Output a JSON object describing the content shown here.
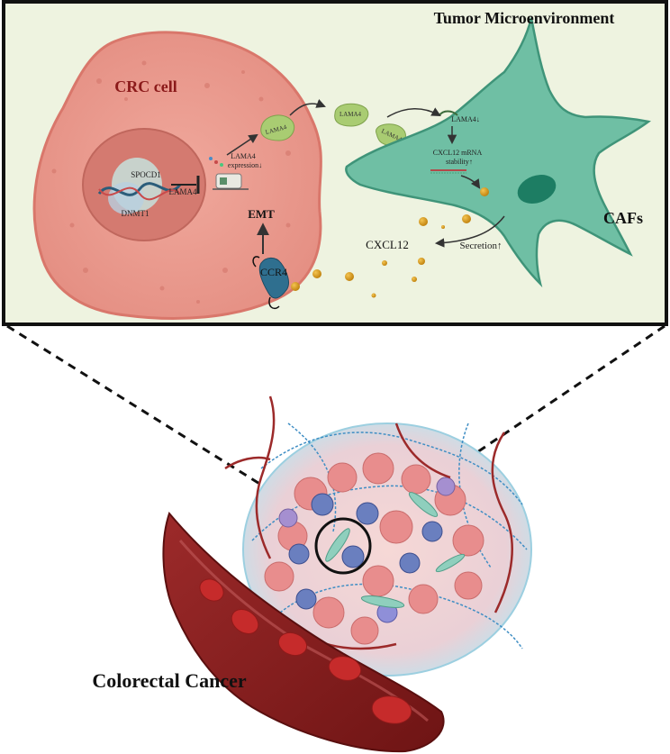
{
  "panel": {
    "title": "Tumor Microenvironment",
    "cell_label": "CRC cell",
    "caf_label": "CAFs",
    "emt_label": "EMT",
    "ccr4_label": "CCR4",
    "cxcl12_label": "CXCL12",
    "secretion_label": "Secretion↑",
    "spocd1_label": "SPOCD1",
    "dnmt1_label": "DNMT1",
    "lama4_gene_label": "LAMA4",
    "lama4_expression_label": "LAMA4",
    "lama4_expression_sub": "expression↓",
    "lama4_protein_1": "LAMA4",
    "lama4_protein_2": "LAMA4",
    "lama4_protein_3": "LAMA4",
    "lama4_caf_receptor": "LAMA4↓",
    "cxcl12_mrna_line1": "CXCL12 mRNA",
    "cxcl12_mrna_line2": "stability↑"
  },
  "bottom": {
    "title": "Colorectal Cancer"
  },
  "colors": {
    "panel_bg": "#eef3e0",
    "cell_fill": "#e8988c",
    "cell_edge": "#d9776b",
    "nucleus_fill": "#d47a70",
    "caf_fill": "#6fbfa4",
    "caf_nucleus": "#1d7d63",
    "ligand": "#d9a12a",
    "lama4": "#a9cc72",
    "vessel": "#8c1e1e",
    "rbc": "#c62b2b",
    "tissue": "#cfe8ef"
  }
}
